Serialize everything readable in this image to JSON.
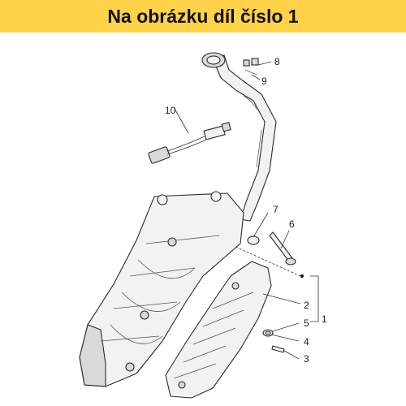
{
  "header": {
    "title": "Na obrázku díl číslo 1"
  },
  "diagram": {
    "callouts": {
      "c1": "1",
      "c2": "2",
      "c3": "3",
      "c4": "4",
      "c5": "5",
      "c6": "6",
      "c7": "7",
      "c8": "8",
      "c9": "9",
      "c10": "10"
    }
  }
}
